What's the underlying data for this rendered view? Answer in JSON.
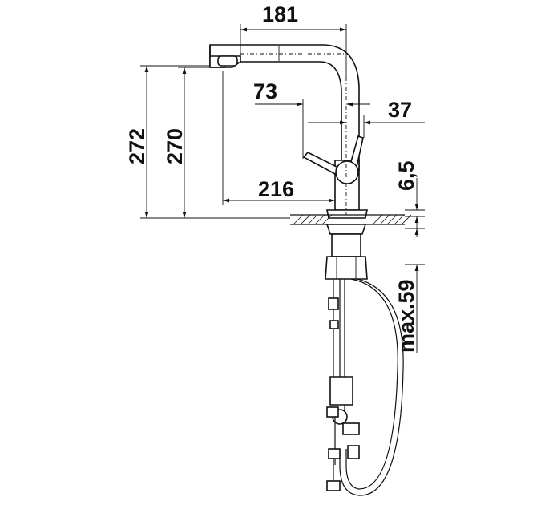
{
  "dimensions": {
    "spout_reach": "181",
    "total_height": "272",
    "outlet_height": "270",
    "spout_offset": "73",
    "handle_offset": "37",
    "base_reach": "216",
    "base_height": "6,5",
    "max_thickness": "max.59"
  },
  "colors": {
    "line": "#111111",
    "background": "#ffffff"
  }
}
